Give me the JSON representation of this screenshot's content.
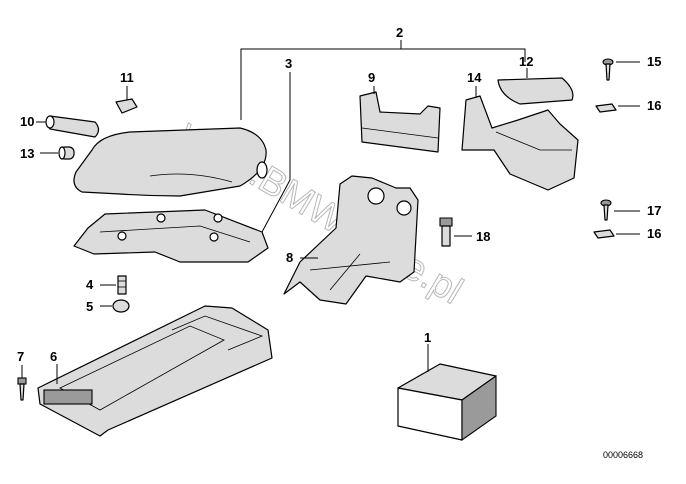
{
  "callouts": [
    "1",
    "2",
    "3",
    "4",
    "5",
    "6",
    "7",
    "8",
    "9",
    "10",
    "11",
    "12",
    "13",
    "14",
    "15",
    "16",
    "16",
    "17",
    "18"
  ],
  "watermark": "www.BMW-store.pl",
  "document_number": "00006668"
}
